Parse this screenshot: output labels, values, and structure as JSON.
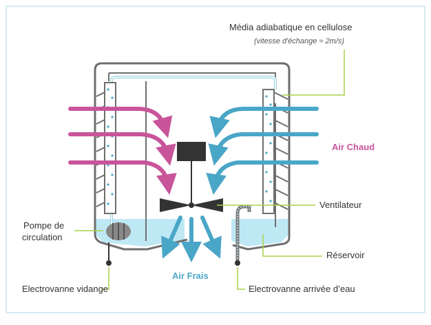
{
  "labels": {
    "media_title": "Média adiabatique en cellulose",
    "media_sub": "(vitesse d'échange ≈ 2m/s)",
    "air_chaud": "Air Chaud",
    "ventilateur": "Ventilateur",
    "pompe_line1": "Pompe de",
    "pompe_line2": "circulation",
    "reservoir": "Réservoir",
    "air_frais": "Air Frais",
    "vidange": "Electrovanne vidange",
    "arrivee": "Electrovanne arrivée d’eau"
  },
  "colors": {
    "frame": "#d4ecf3",
    "hot_air": "#c8559a",
    "cold_air": "#4aa6c7",
    "water": "#bfe8f5",
    "callout": "#a8d24a",
    "housing": "#6e6e6e",
    "fan": "#333333"
  }
}
